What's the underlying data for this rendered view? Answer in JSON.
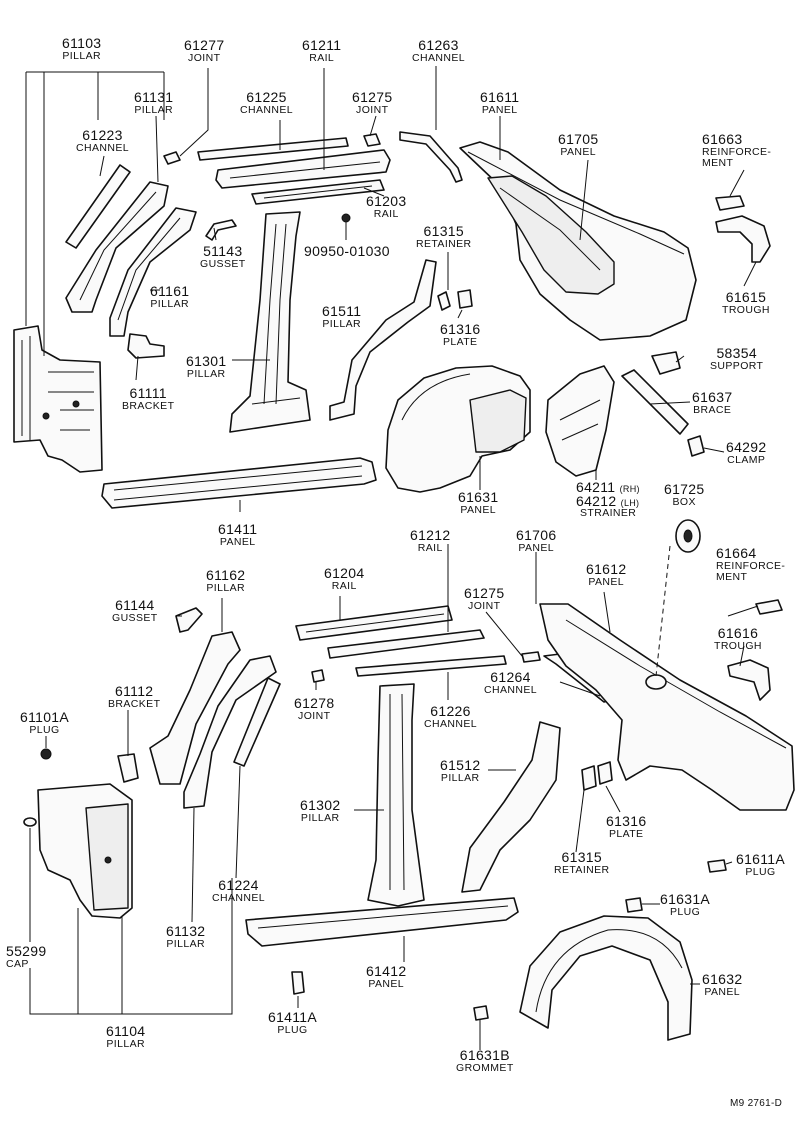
{
  "labels": {
    "l61103": {
      "num": "61103",
      "name": "PILLAR"
    },
    "l61131": {
      "num": "61131",
      "name": "PILLAR"
    },
    "l61223": {
      "num": "61223",
      "name": "CHANNEL"
    },
    "l61277": {
      "num": "61277",
      "name": "JOINT"
    },
    "l61211": {
      "num": "61211",
      "name": "RAIL"
    },
    "l61225": {
      "num": "61225",
      "name": "CHANNEL"
    },
    "l61275a": {
      "num": "61275",
      "name": "JOINT"
    },
    "l61263": {
      "num": "61263",
      "name": "CHANNEL"
    },
    "l61611": {
      "num": "61611",
      "name": "PANEL"
    },
    "l61705": {
      "num": "61705",
      "name": "PANEL"
    },
    "l61663": {
      "num": "61663",
      "name": "REINFORCE-",
      "name2": "MENT"
    },
    "l61203": {
      "num": "61203",
      "name": "RAIL"
    },
    "l90950": {
      "num": "90950-01030",
      "name": ""
    },
    "l51143": {
      "num": "51143",
      "name": "GUSSET"
    },
    "l61315a": {
      "num": "61315",
      "name": "RETAINER"
    },
    "l61161": {
      "num": "61161",
      "name": "PILLAR"
    },
    "l61511": {
      "num": "61511",
      "name": "PILLAR"
    },
    "l61316a": {
      "num": "61316",
      "name": "PLATE"
    },
    "l61615": {
      "num": "61615",
      "name": "TROUGH"
    },
    "l61301": {
      "num": "61301",
      "name": "PILLAR"
    },
    "l58354": {
      "num": "58354",
      "name": "SUPPORT"
    },
    "l61111": {
      "num": "61111",
      "name": "BRACKET"
    },
    "l61637": {
      "num": "61637",
      "name": "BRACE"
    },
    "l64292": {
      "num": "64292",
      "name": "CLAMP"
    },
    "l64211": {
      "num": "64211",
      "sub": "(RH)"
    },
    "l64212": {
      "num": "64212",
      "sub": "(LH)"
    },
    "l_strainer": {
      "name": "STRAINER"
    },
    "l61631": {
      "num": "61631",
      "name": "PANEL"
    },
    "l61725": {
      "num": "61725",
      "name": "BOX"
    },
    "l61411": {
      "num": "61411",
      "name": "PANEL"
    },
    "l61212": {
      "num": "61212",
      "name": "RAIL"
    },
    "l61706": {
      "num": "61706",
      "name": "PANEL"
    },
    "l61612": {
      "num": "61612",
      "name": "PANEL"
    },
    "l61664": {
      "num": "61664",
      "name": "REINFORCE-",
      "name2": "MENT"
    },
    "l61162": {
      "num": "61162",
      "name": "PILLAR"
    },
    "l61204": {
      "num": "61204",
      "name": "RAIL"
    },
    "l61144": {
      "num": "61144",
      "name": "GUSSET"
    },
    "l61275b": {
      "num": "61275",
      "name": "JOINT"
    },
    "l61616": {
      "num": "61616",
      "name": "TROUGH"
    },
    "l61112": {
      "num": "61112",
      "name": "BRACKET"
    },
    "l61278": {
      "num": "61278",
      "name": "JOINT"
    },
    "l61226": {
      "num": "61226",
      "name": "CHANNEL"
    },
    "l61264": {
      "num": "61264",
      "name": "CHANNEL"
    },
    "l61101a": {
      "num": "61101A",
      "name": "PLUG"
    },
    "l61512": {
      "num": "61512",
      "name": "PILLAR"
    },
    "l61302": {
      "num": "61302",
      "name": "PILLAR"
    },
    "l61316b": {
      "num": "61316",
      "name": "PLATE"
    },
    "l61315b": {
      "num": "61315",
      "name": "RETAINER"
    },
    "l61611a": {
      "num": "61611A",
      "name": "PLUG"
    },
    "l61224": {
      "num": "61224",
      "name": "CHANNEL"
    },
    "l61132": {
      "num": "61132",
      "name": "PILLAR"
    },
    "l61631a": {
      "num": "61631A",
      "name": "PLUG"
    },
    "l55299": {
      "num": "55299",
      "name": "CAP"
    },
    "l61412": {
      "num": "61412",
      "name": "PANEL"
    },
    "l61632": {
      "num": "61632",
      "name": "PANEL"
    },
    "l61411a": {
      "num": "61411A",
      "name": "PLUG"
    },
    "l61104": {
      "num": "61104",
      "name": "PILLAR"
    },
    "l61631b": {
      "num": "61631B",
      "name": "GROMMET"
    }
  },
  "drawing_code": "M9 2761-D"
}
